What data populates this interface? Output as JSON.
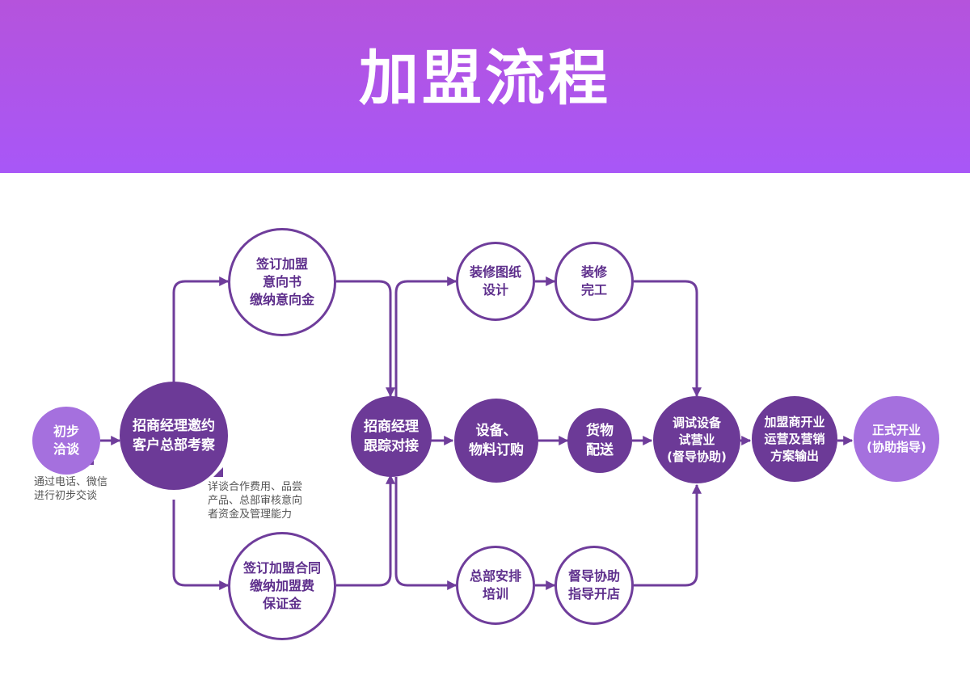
{
  "header": {
    "title": "加盟流程"
  },
  "nodes": {
    "initial_talk": "初步\n洽谈",
    "invite": "招商经理邀约\n客户总部考察",
    "intent_letter": "签订加盟\n意向书\n缴纳意向金",
    "contract": "签订加盟合同\n缴纳加盟费\n保证金",
    "follow_up": "招商经理\n跟踪对接",
    "design": "装修图纸\n设计",
    "decor_done": "装修\n完工",
    "purchase": "设备、\n物料订购",
    "delivery": "货物\n配送",
    "training": "总部安排\n培训",
    "guide_open": "督导协助\n指导开店",
    "trial": "调试设备\n试营业\n(督导协助)",
    "operation": "加盟商开业\n运营及营销\n方案输出",
    "grand_open": "正式开业\n(协助指导)"
  },
  "notes": {
    "initial_note": "通过电话、微信\n进行初步交谈",
    "invite_note": "详谈合作费用、品尝\n产品、总部审核意向\n者资金及管理能力"
  },
  "colors": {
    "header": "#a857f7",
    "dark": "#6c3a97",
    "light": "#a570de",
    "line": "#6f3d9b"
  }
}
